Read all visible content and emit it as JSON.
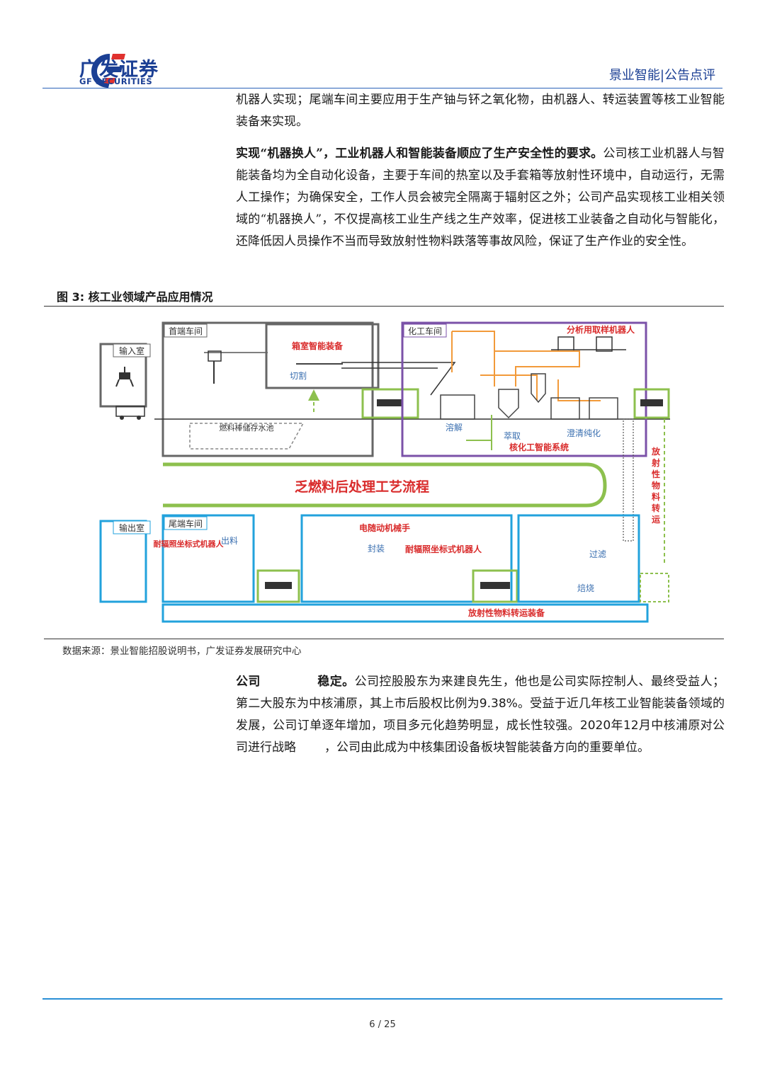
{
  "header": {
    "logo_cn": "广发证券",
    "logo_en": "GF SECURITIES",
    "section": "景业智能|公告点评",
    "brand_blue": "#1b3f94",
    "brand_red": "#e0312e"
  },
  "paragraphs": {
    "p1": "机器人实现；尾端车间主要应用于生产铀与钚之氧化物，由机器人、转运装置等核工业智能装备来实现。",
    "p2_bold": "实现“机器换人”，工业机器人和智能装备顺应了生产安全性的要求。",
    "p2_rest": "公司核工业机器人与智能装备均为全自动化设备，主要于车间的热室以及手套箱等放射性环境中，自动运行，无需人工操作；为确保安全，工作人员会被完全隔离于辐射区之外；公司产品实现核工业相关领域的“机器换人”，不仅提高核工业生产线之生产效率，促进核工业装备之自动化与智能化，还降低因人员操作不当而导致放射性物料跌落等事故风险，保证了生产作业的安全性。",
    "p3_bold_a": "公司",
    "p3_bold_b": "稳定。",
    "p3_a": "公司控股股东为来建良先生，他也是公司实际控制人、最终受益人；第二大股东为中核浦原，其上市后股权比例为",
    "p3_pct": "9.38%",
    "p3_b": "。受益于近几年核工业智能装备领域的发展，公司订单逐年增加，项目多元化趋势明显，成长性较强。",
    "p3_year": "2020",
    "p3_c": "年",
    "p3_month": "12",
    "p3_d": "月中核浦原对公司进行战略",
    "p3_e": "，公司由此成为中核集团设备板块智能装备方向的重要单位。"
  },
  "figure": {
    "title": "图 3: 核工业领域产品应用情况",
    "source": "数据来源：景业智能招股说明书，广发证券发展研究中心",
    "labels": {
      "input_room": "输入室",
      "head_workshop": "首端车间",
      "box_room_equipment": "箱室智能装备",
      "cutting": "切割",
      "fuel_rod_pool": "燃料棒储存水池",
      "chem_workshop": "化工车间",
      "sampling_robot": "分析用取样机器人",
      "dissolve": "溶解",
      "extraction": "萃取",
      "clarify_purify": "澄清纯化",
      "chem_smart_system": "核化工智能系统",
      "process_flow": "乏燃料后处理工艺流程",
      "radioactive_transfer": "放射性物料转运",
      "output_room": "输出室",
      "tail_workshop": "尾端车间",
      "cartesian_robot_short": "耐辐照坐标式机器人",
      "discharge": "出料",
      "servo_manipulator": "电随动机械手",
      "sealing": "封装",
      "cartesian_robot": "耐辐照坐标式机器人",
      "filter": "过滤",
      "calcination": "焙烧",
      "transfer_equipment": "放射性物料转运装备"
    },
    "colors": {
      "gray": "#666666",
      "purple": "#7b52a8",
      "blue": "#22a2dc",
      "green": "#8dc04e",
      "red": "#d92b2b",
      "orange": "#f29a3a"
    }
  },
  "footer": {
    "page": "6 / 25",
    "line_color": "#2a8fd6"
  }
}
